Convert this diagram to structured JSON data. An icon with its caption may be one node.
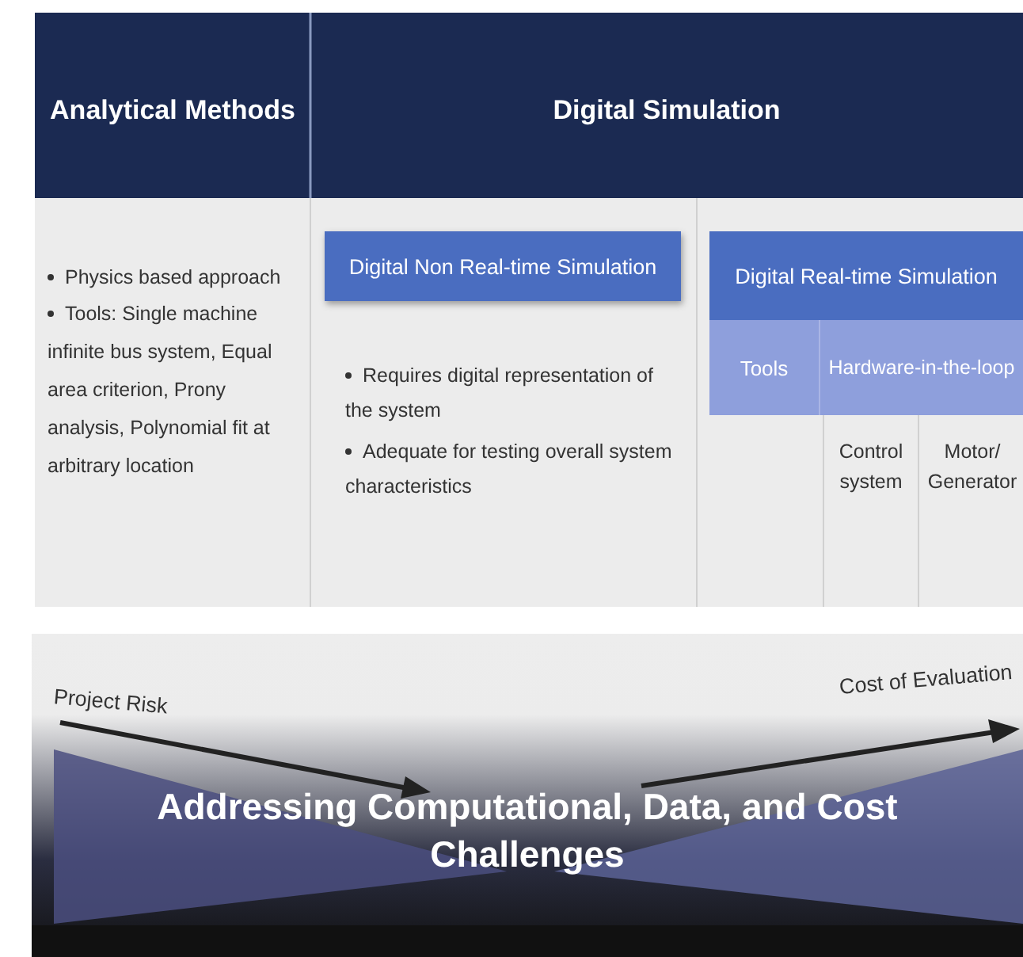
{
  "diagram": {
    "caption": "Addressing Computational, Data, and Cost Challenges",
    "nodes": [
      {
        "text": [
          "Analytical Methods"
        ]
      },
      {
        "text": [
          "Digital Simulation"
        ]
      },
      {
        "text": [
          "Digital Non Real-time Simulation"
        ]
      },
      {
        "text": [
          "Digital Real-time Simulation"
        ]
      },
      {
        "text": [
          "Tools"
        ]
      },
      {
        "text": [
          "Hardware-in-the-loop"
        ]
      }
    ],
    "edges": [],
    "labels": [
      "Physics based approach",
      "Tools: Single machine infinite bus system, Equal area criterion, Prony analysis, Polynomial fit at arbitrary location",
      "Requires digital representation of the system",
      "Adequate for testing overall system characteristics",
      "Control system",
      "Motor/ Generator",
      "Project Risk",
      "Cost of Evaluation"
    ]
  }
}
